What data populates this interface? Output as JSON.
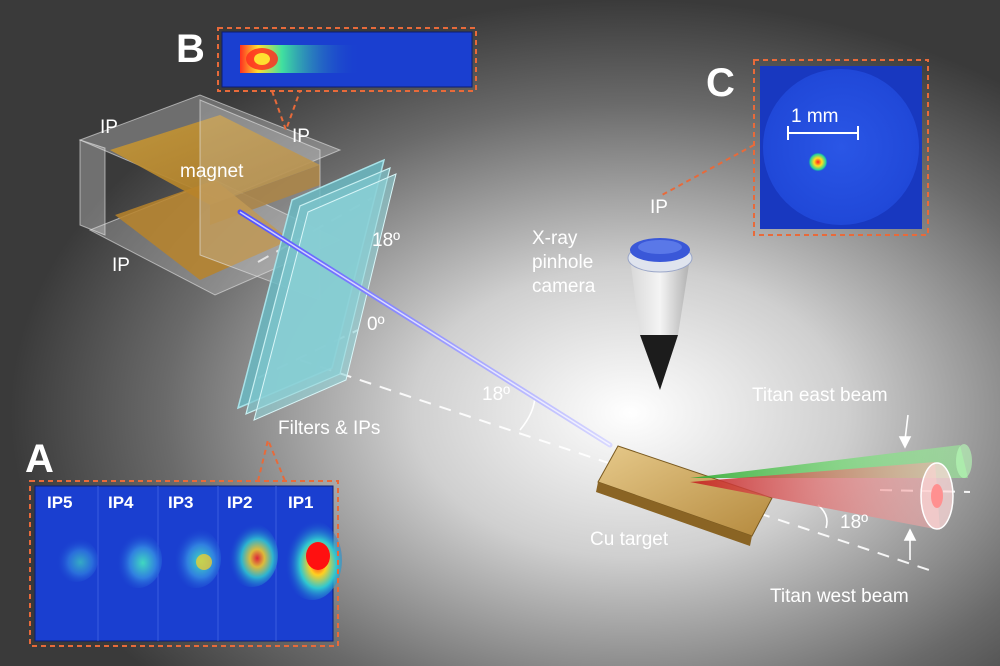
{
  "panels": {
    "a": "A",
    "b": "B",
    "c": "C"
  },
  "labels": {
    "ip_top_left": "IP",
    "ip_top_right": "IP",
    "ip_bottom_left": "IP",
    "magnet": "magnet",
    "angle_18_upper": "18º",
    "angle_0": "0º",
    "angle_18_middle": "18º",
    "angle_18_lower": "18º",
    "filters_ips": "Filters & IPs",
    "xray_line1": "X-ray",
    "xray_line2": "pinhole",
    "xray_line3": "camera",
    "ip_camera": "IP",
    "scale_bar": "1 mm",
    "titan_east": "Titan east beam",
    "titan_west": "Titan west beam",
    "cu_target": "Cu target"
  },
  "panel_a_ips": [
    "IP5",
    "IP4",
    "IP3",
    "IP2",
    "IP1"
  ],
  "colors": {
    "dashed_callout": "#e86a3a",
    "proton_beam": "#8c8cff",
    "east_beam": "#3ad23a",
    "west_beam": "#e83030",
    "magnet": "#c8902a",
    "filter": "#7fc8cf",
    "ip_background": "#1a3fd0"
  }
}
